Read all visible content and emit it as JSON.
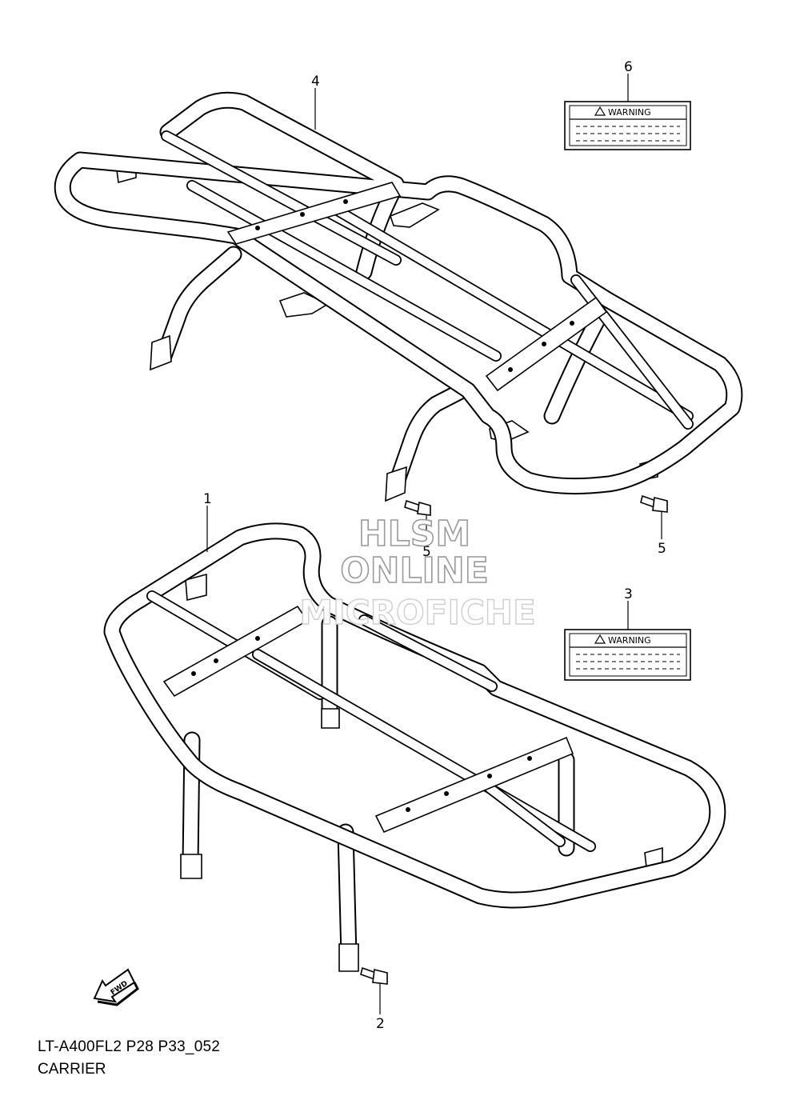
{
  "callouts": {
    "c1": "1",
    "c2": "2",
    "c3": "3",
    "c4": "4",
    "c5a": "5",
    "c5b": "5",
    "c6": "6"
  },
  "labels": {
    "warning_top": "WARNING",
    "warning_bottom": "WARNING",
    "fwd": "FWD"
  },
  "watermark": {
    "line1": "HLSM",
    "line2": "ONLINE",
    "line3": "MICROFICHE"
  },
  "footer": {
    "code": "LT-A400FL2 P28 P33_052",
    "title": "CARRIER"
  }
}
